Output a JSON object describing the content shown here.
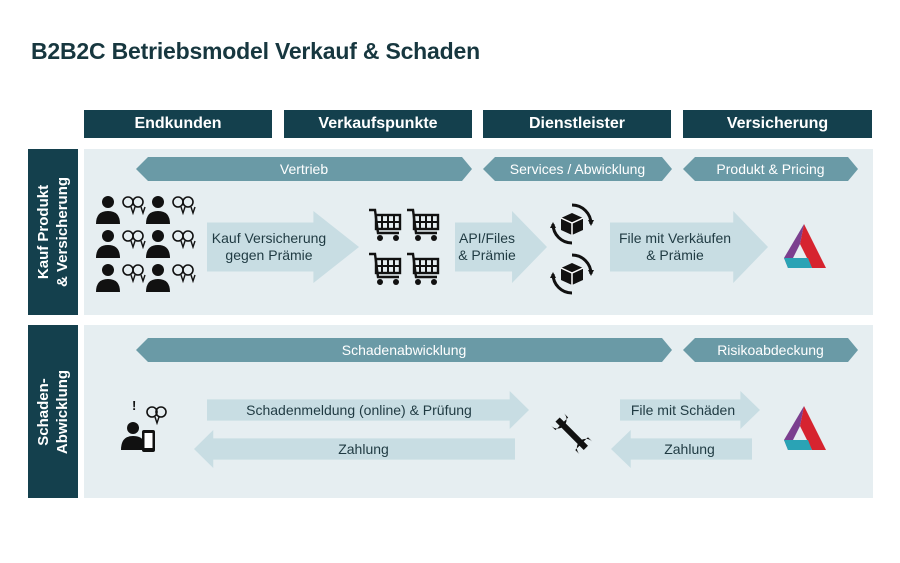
{
  "title": "B2B2C Betriebsmodel Verkauf & Schaden",
  "columns": [
    "Endkunden",
    "Verkaufspunkte",
    "Dienstleister",
    "Versicherung"
  ],
  "rows": {
    "kauf": "Kauf Produkt\n& Versicherung",
    "schaden": "Schaden-\nAbwicklung"
  },
  "bands": {
    "vertrieb": "Vertrieb",
    "services": "Services / Abwicklung",
    "produkt": "Produkt & Pricing",
    "schadenabwicklung": "Schadenabwicklung",
    "risiko": "Risikoabdeckung"
  },
  "arrows": {
    "kauf_versicherung": "Kauf Versicherung\ngegen Prämie",
    "api_files": "API/Files\n& Prämie",
    "file_verkaeufen": "File mit Verkäufen\n& Prämie",
    "schadenmeldung": "Schadenmeldung (online) & Prüfung",
    "zahlung_left": "Zahlung",
    "file_schaeden": "File mit Schäden",
    "zahlung_right": "Zahlung"
  },
  "exclamation": "!",
  "colors": {
    "dark": "#14404d",
    "band": "#6a9aa6",
    "arrow": "#c8dde3",
    "panel": "#e6eef1",
    "logo_red": "#d6242f",
    "logo_purple": "#7b3f8f",
    "logo_teal": "#2aa3b5"
  }
}
